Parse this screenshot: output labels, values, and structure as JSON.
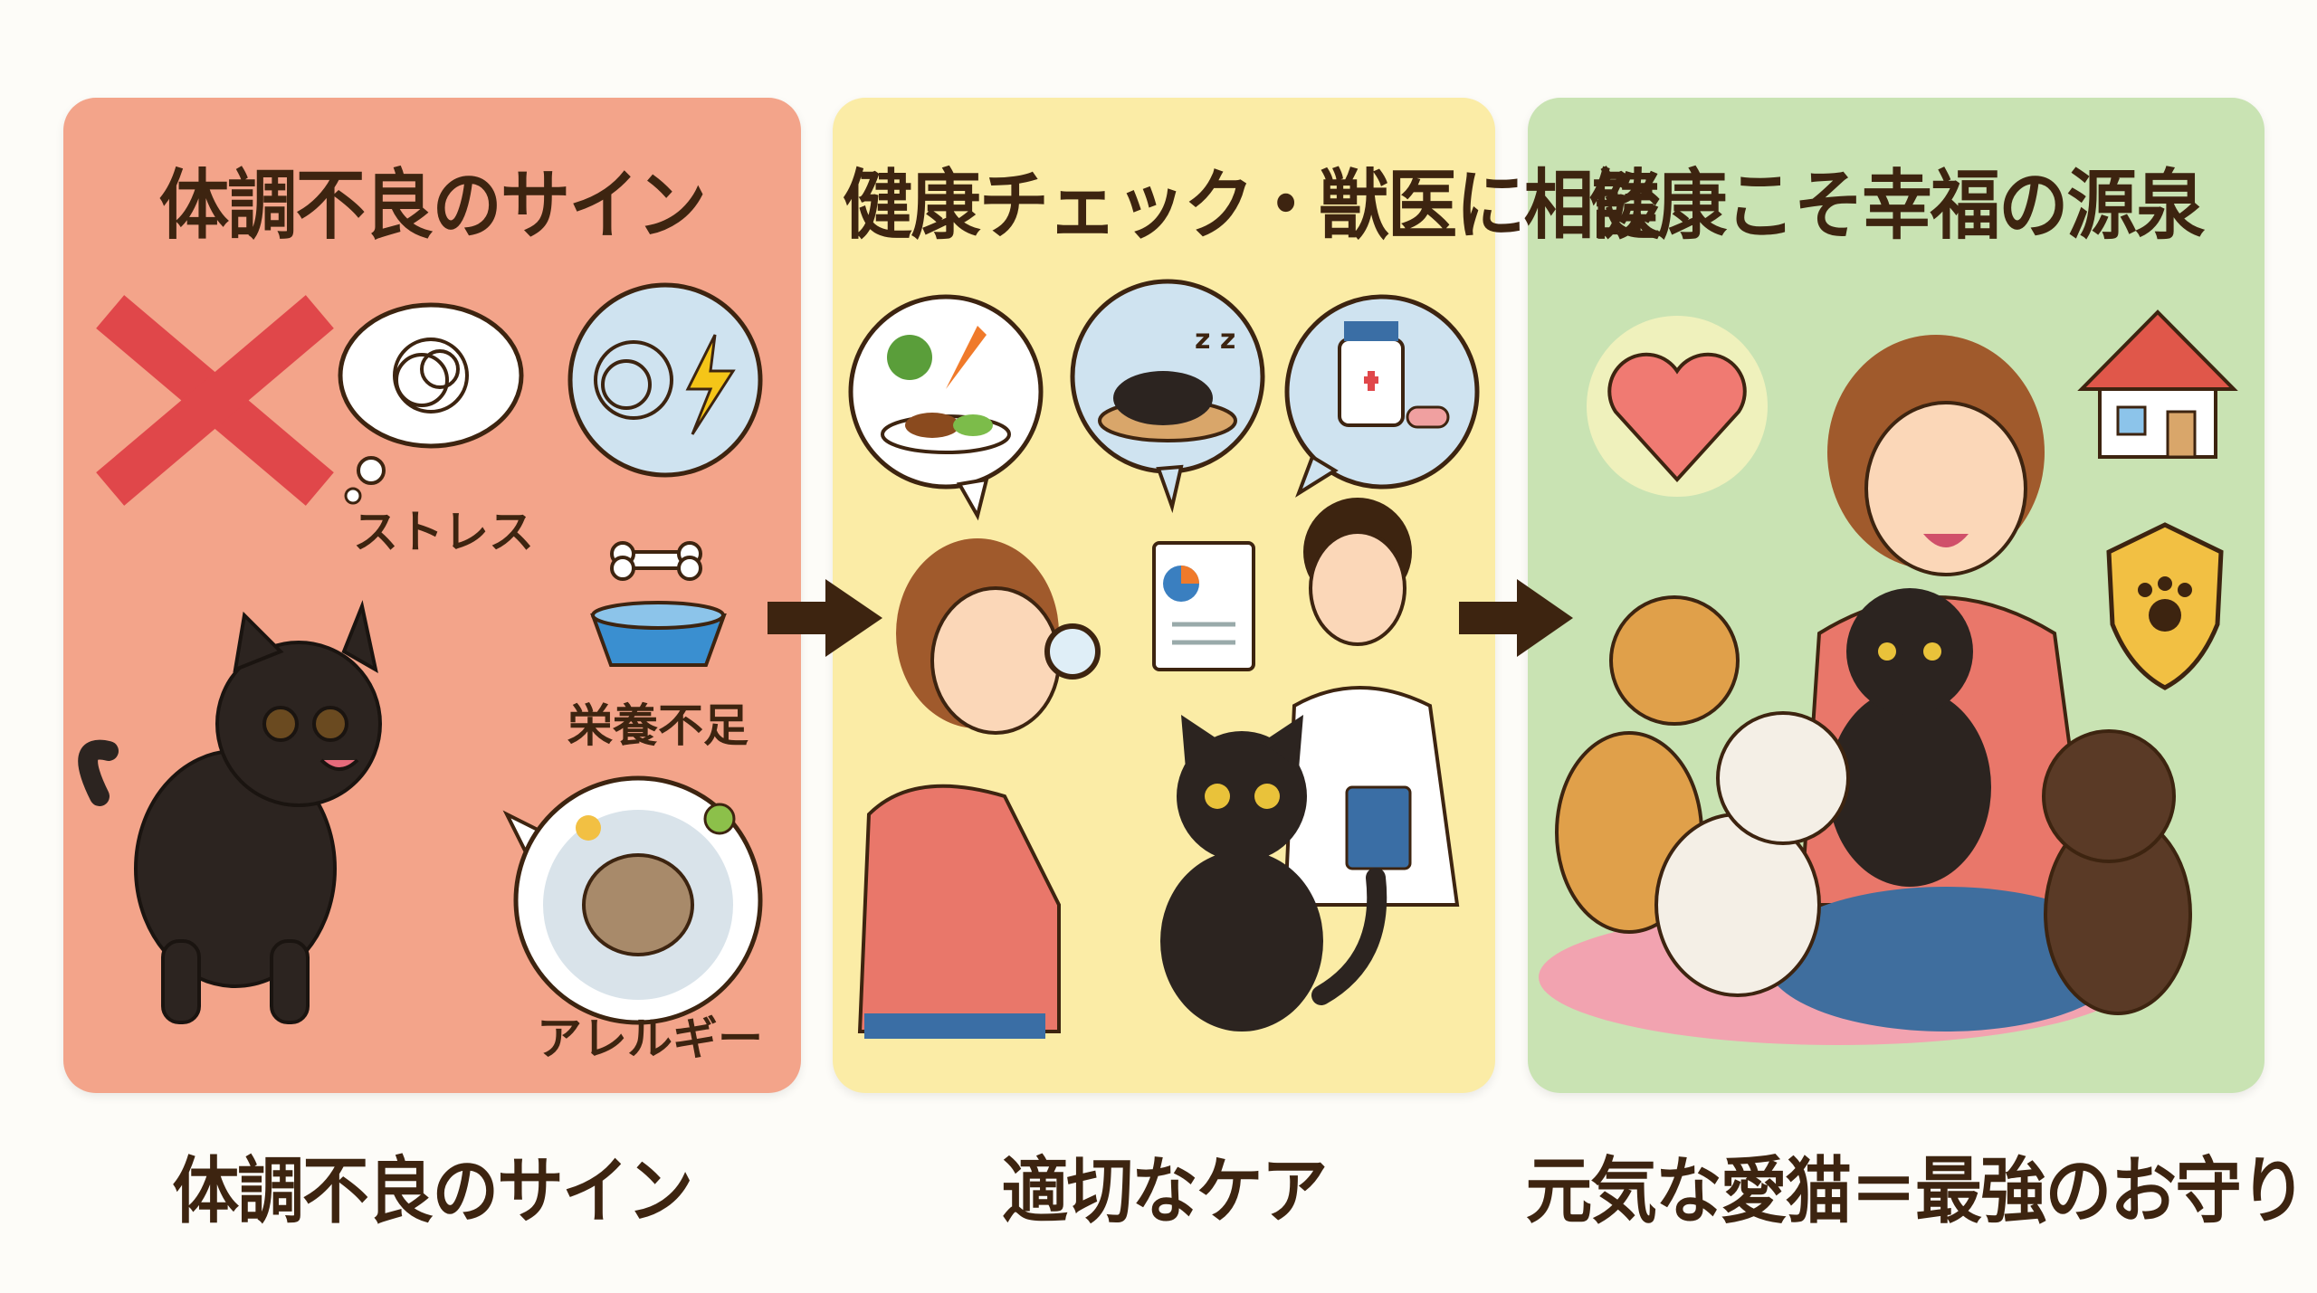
{
  "panels": [
    {
      "title": "体調不良のサイン",
      "caption": "体調不良のサイン",
      "color": "#f3a48a",
      "labels": [
        "ストレス",
        "栄養不足",
        "アレルギー"
      ]
    },
    {
      "title": "健康チェック・獣医に相談",
      "caption": "適切なケア",
      "color": "#fbeca6"
    },
    {
      "title": "健康こそ幸福の源泉",
      "caption": "元気な愛猫＝最強のお守り",
      "color": "#c9e3b3"
    }
  ],
  "icons": [
    "cross-icon",
    "tangle-thought-icon",
    "stress-lightning-icon",
    "bone-icon",
    "food-bowl-icon",
    "allergy-icon",
    "sick-cat",
    "arrow-right-icon",
    "vegetables-icon",
    "sleeping-cat-icon",
    "medicine-icon",
    "owner",
    "clipboard-icon",
    "veterinarian",
    "black-cat",
    "heart-icon",
    "house-icon",
    "paw-shield-icon",
    "happy-owner",
    "cats-group"
  ]
}
